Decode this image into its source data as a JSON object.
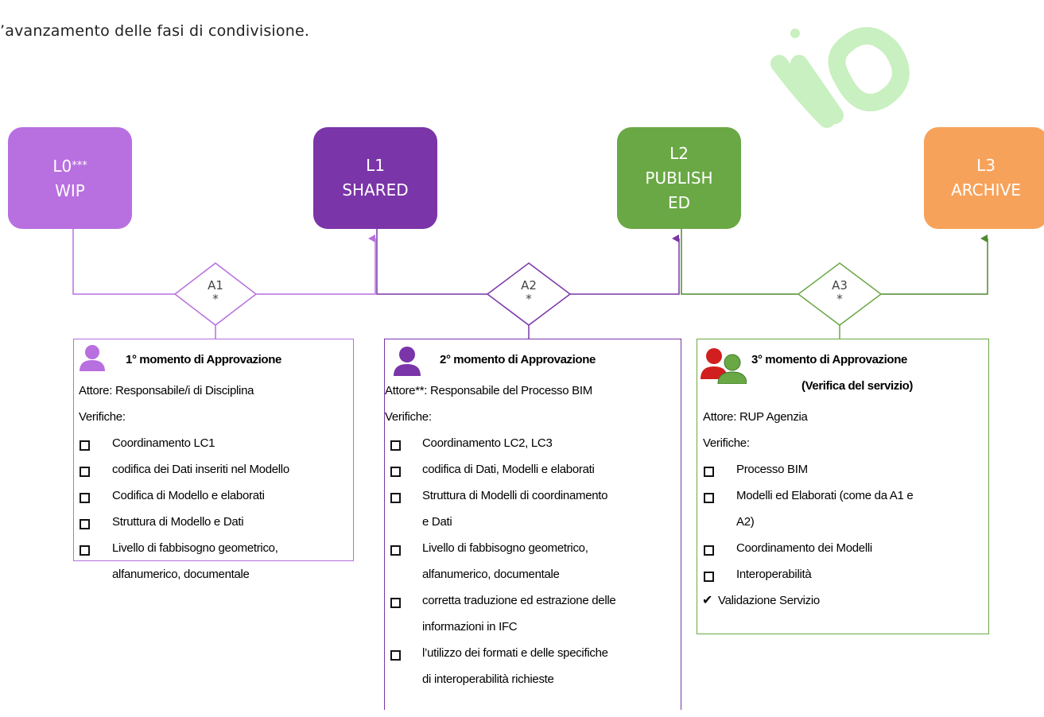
{
  "intro": "’avanzamento delle fasi di condivisione.",
  "levels": [
    {
      "code": "L0",
      "suffix": "***",
      "lines": [
        "WIP"
      ],
      "color": "#b86fe0"
    },
    {
      "code": "L1",
      "lines": [
        "SHARED"
      ],
      "color": "#7a35a8"
    },
    {
      "code": "L2",
      "lines": [
        "PUBLISH",
        "ED"
      ],
      "color": "#6aa845"
    },
    {
      "code": "L3",
      "lines": [
        "ARCHIVE"
      ],
      "color": "#f7a25a"
    }
  ],
  "approvals": [
    {
      "label": "A1",
      "mark": "*",
      "color": "#b86fe0"
    },
    {
      "label": "A2",
      "mark": "*",
      "color": "#7a35a8"
    },
    {
      "label": "A3",
      "mark": "*",
      "color": "#6aa845"
    }
  ],
  "panels": [
    {
      "title": "1° momento di Approvazione",
      "actor": "Attore: Responsabile/i di Disciplina",
      "checks_label": "Verifiche:",
      "items": [
        [
          "Coordinamento LC1"
        ],
        [
          "codifica dei Dati inseriti nel Modello"
        ],
        [
          "Codifica di Modello e elaborati"
        ],
        [
          "Struttura di Modello e Dati"
        ],
        [
          "Livello di fabbisogno geometrico,",
          "alfanumerico, documentale"
        ]
      ]
    },
    {
      "title": "2° momento di Approvazione",
      "actor": "Attore**: Responsabile del Processo BIM",
      "checks_label": "Verifiche:",
      "items": [
        [
          "Coordinamento LC2, LC3"
        ],
        [
          "codifica di Dati, Modelli e elaborati"
        ],
        [
          "Struttura di Modelli di coordinamento",
          "e Dati"
        ],
        [
          "Livello di fabbisogno geometrico,",
          "alfanumerico, documentale"
        ],
        [
          "corretta traduzione ed estrazione delle",
          "informazioni in IFC"
        ],
        [
          "l’utilizzo dei formati e delle specifiche",
          "di interoperabilità richieste"
        ]
      ]
    },
    {
      "title": "3° momento di Approvazione",
      "subtitle": "(Verifica del servizio)",
      "actor": "Attore: RUP Agenzia",
      "checks_label": "Verifiche:",
      "items": [
        [
          "Processo BIM"
        ],
        [
          "Modelli ed Elaborati (come da A1 e",
          "A2)"
        ],
        [
          "Coordinamento dei Modelli"
        ],
        [
          "Interoperabilità"
        ]
      ],
      "final": "Validazione Servizio"
    }
  ]
}
